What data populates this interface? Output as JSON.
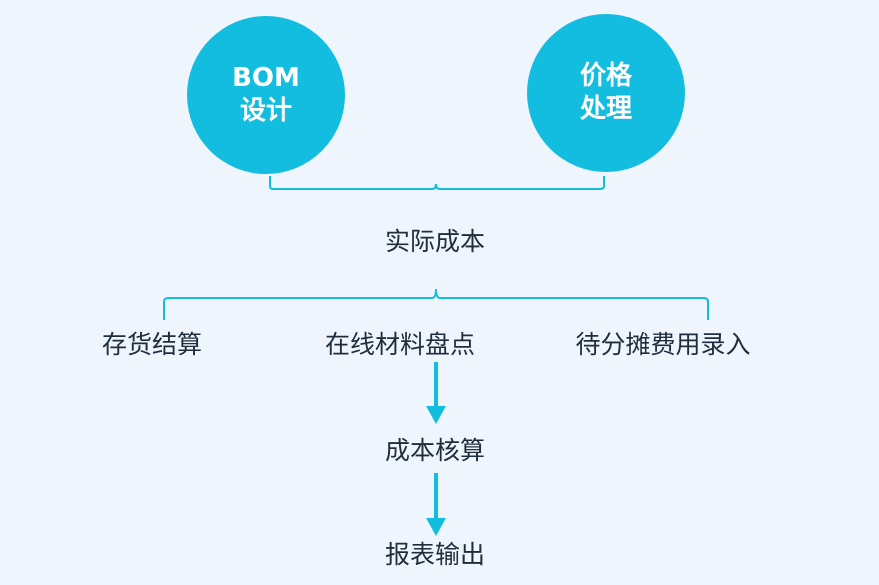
{
  "colors": {
    "background": "#eef5fd",
    "accent": "#12bde0",
    "text": "#1f2d3d",
    "circle_text": "#ffffff"
  },
  "inputs": {
    "bom_design": {
      "line1": "BOM",
      "line2": "设计"
    },
    "price_processing": {
      "line1": "价格",
      "line2": "处理"
    }
  },
  "center": {
    "actual_cost": "实际成本"
  },
  "branches": {
    "inventory_settlement": "存货结算",
    "wip_stocktake": "在线材料盘点",
    "pending_allocation_entry": "待分摊费用录入"
  },
  "flow": {
    "cost_calculation": "成本核算",
    "report_output": "报表输出"
  }
}
